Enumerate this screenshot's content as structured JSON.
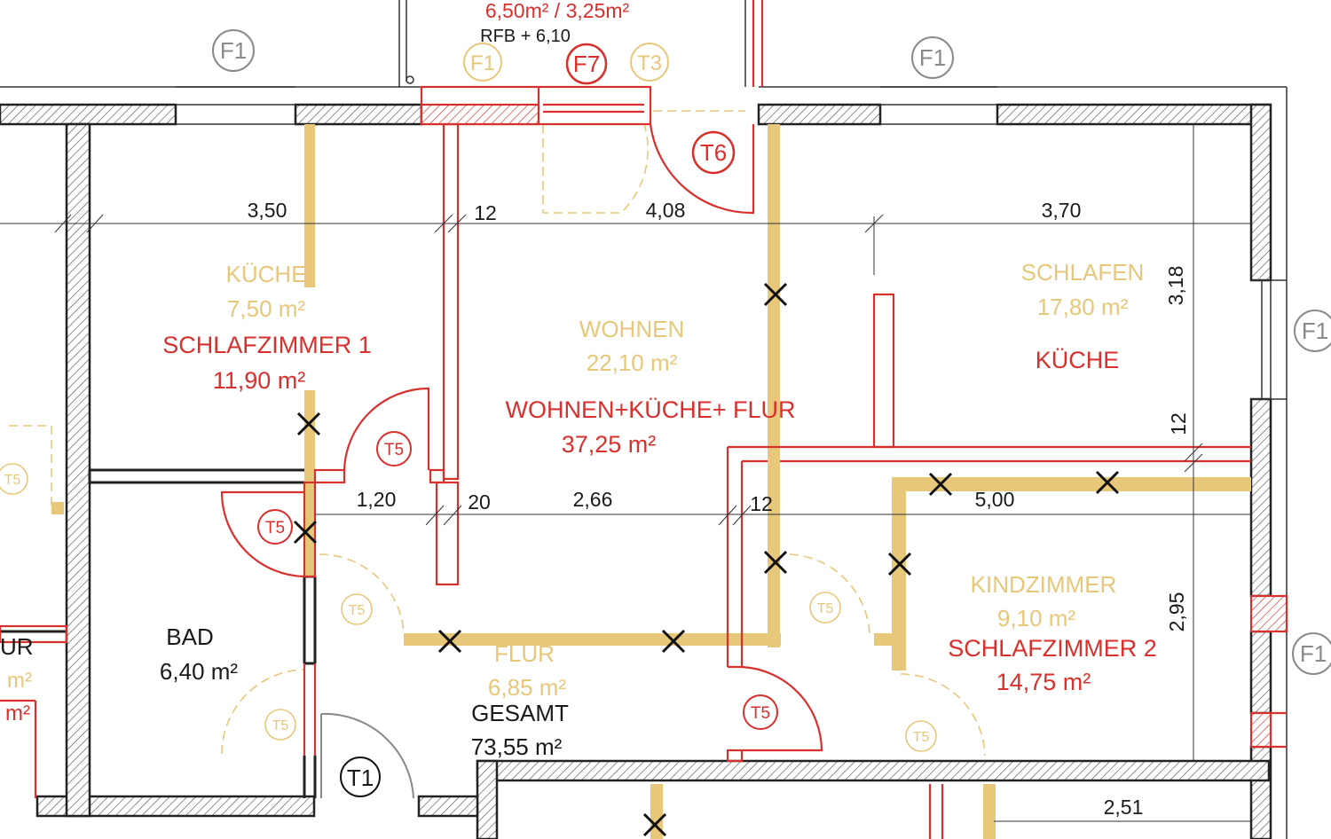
{
  "colors": {
    "wall": "#222222",
    "hatch": "#555555",
    "existing_label": "#e7c77a",
    "new_label": "#d8302d",
    "dimension": "#1a1a1a",
    "marker_gray": "#8a8a8a"
  },
  "top_note": {
    "area": "6,50m² / 3,25m²",
    "rfb": "RFB + 6,10"
  },
  "markers": {
    "f1": "F1",
    "f7": "F7",
    "t3": "T3",
    "t6": "T6",
    "t5": "T5",
    "t1": "T1"
  },
  "dimensions": {
    "d_350": "3,50",
    "d_12a": "12",
    "d_408": "4,08",
    "d_370": "3,70",
    "d_318": "3,18",
    "d_12b": "12",
    "d_120": "1,20",
    "d_20": "20",
    "d_266": "2,66",
    "d_12c": "12",
    "d_500": "5,00",
    "d_295": "2,95",
    "d_251": "2,51"
  },
  "rooms": {
    "kueche_old": {
      "name": "KÜCHE",
      "area": "7,50 m²"
    },
    "schlafzimmer1": {
      "name": "SCHLAFZIMMER 1",
      "area": "11,90 m²"
    },
    "wohnen_old": {
      "name": "WOHNEN",
      "area": "22,10 m²"
    },
    "wohnen_new": {
      "name": "WOHNEN+KÜCHE+ FLUR",
      "area": "37,25 m²"
    },
    "schlafen_old": {
      "name": "SCHLAFEN",
      "area": "17,80 m²"
    },
    "kueche_new": {
      "name": "KÜCHE"
    },
    "bad": {
      "name": "BAD",
      "area": "6,40 m²"
    },
    "flur_old": {
      "name": "FLUR",
      "area": "6,85 m²"
    },
    "gesamt": {
      "name": "GESAMT",
      "area": "73,55 m²"
    },
    "kindzimmer_old": {
      "name": "KINDZIMMER",
      "area": "9,10 m²"
    },
    "schlafzimmer2": {
      "name": "SCHLAFZIMMER 2",
      "area": "14,75 m²"
    },
    "left_cut": {
      "name": "UR",
      "area1": "m²",
      "area2": "m²"
    }
  }
}
